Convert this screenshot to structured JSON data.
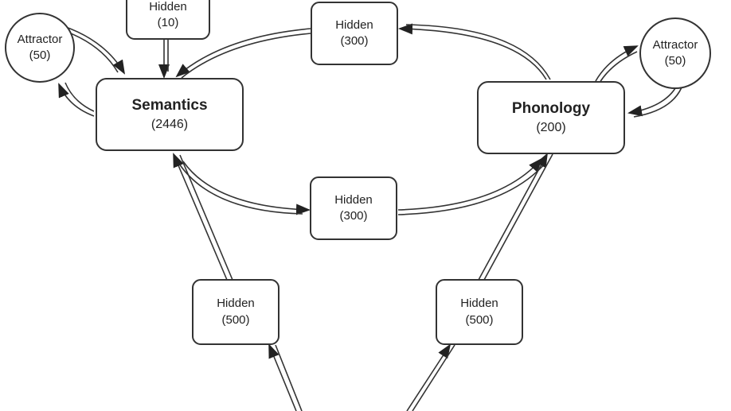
{
  "diagram": {
    "hidden_top": {
      "label": "Hidden",
      "units": "(10)"
    },
    "hidden_upper": {
      "label": "Hidden",
      "units": "(300)"
    },
    "hidden_middle": {
      "label": "Hidden",
      "units": "(300)"
    },
    "hidden_left": {
      "label": "Hidden",
      "units": "(500)"
    },
    "hidden_right": {
      "label": "Hidden",
      "units": "(500)"
    },
    "semantics": {
      "label": "Semantics",
      "units": "(2446)"
    },
    "phonology": {
      "label": "Phonology",
      "units": "(200)"
    },
    "attractor_left": {
      "label": "Attractor",
      "units": "(50)"
    },
    "attractor_right": {
      "label": "Attractor",
      "units": "(50)"
    }
  }
}
